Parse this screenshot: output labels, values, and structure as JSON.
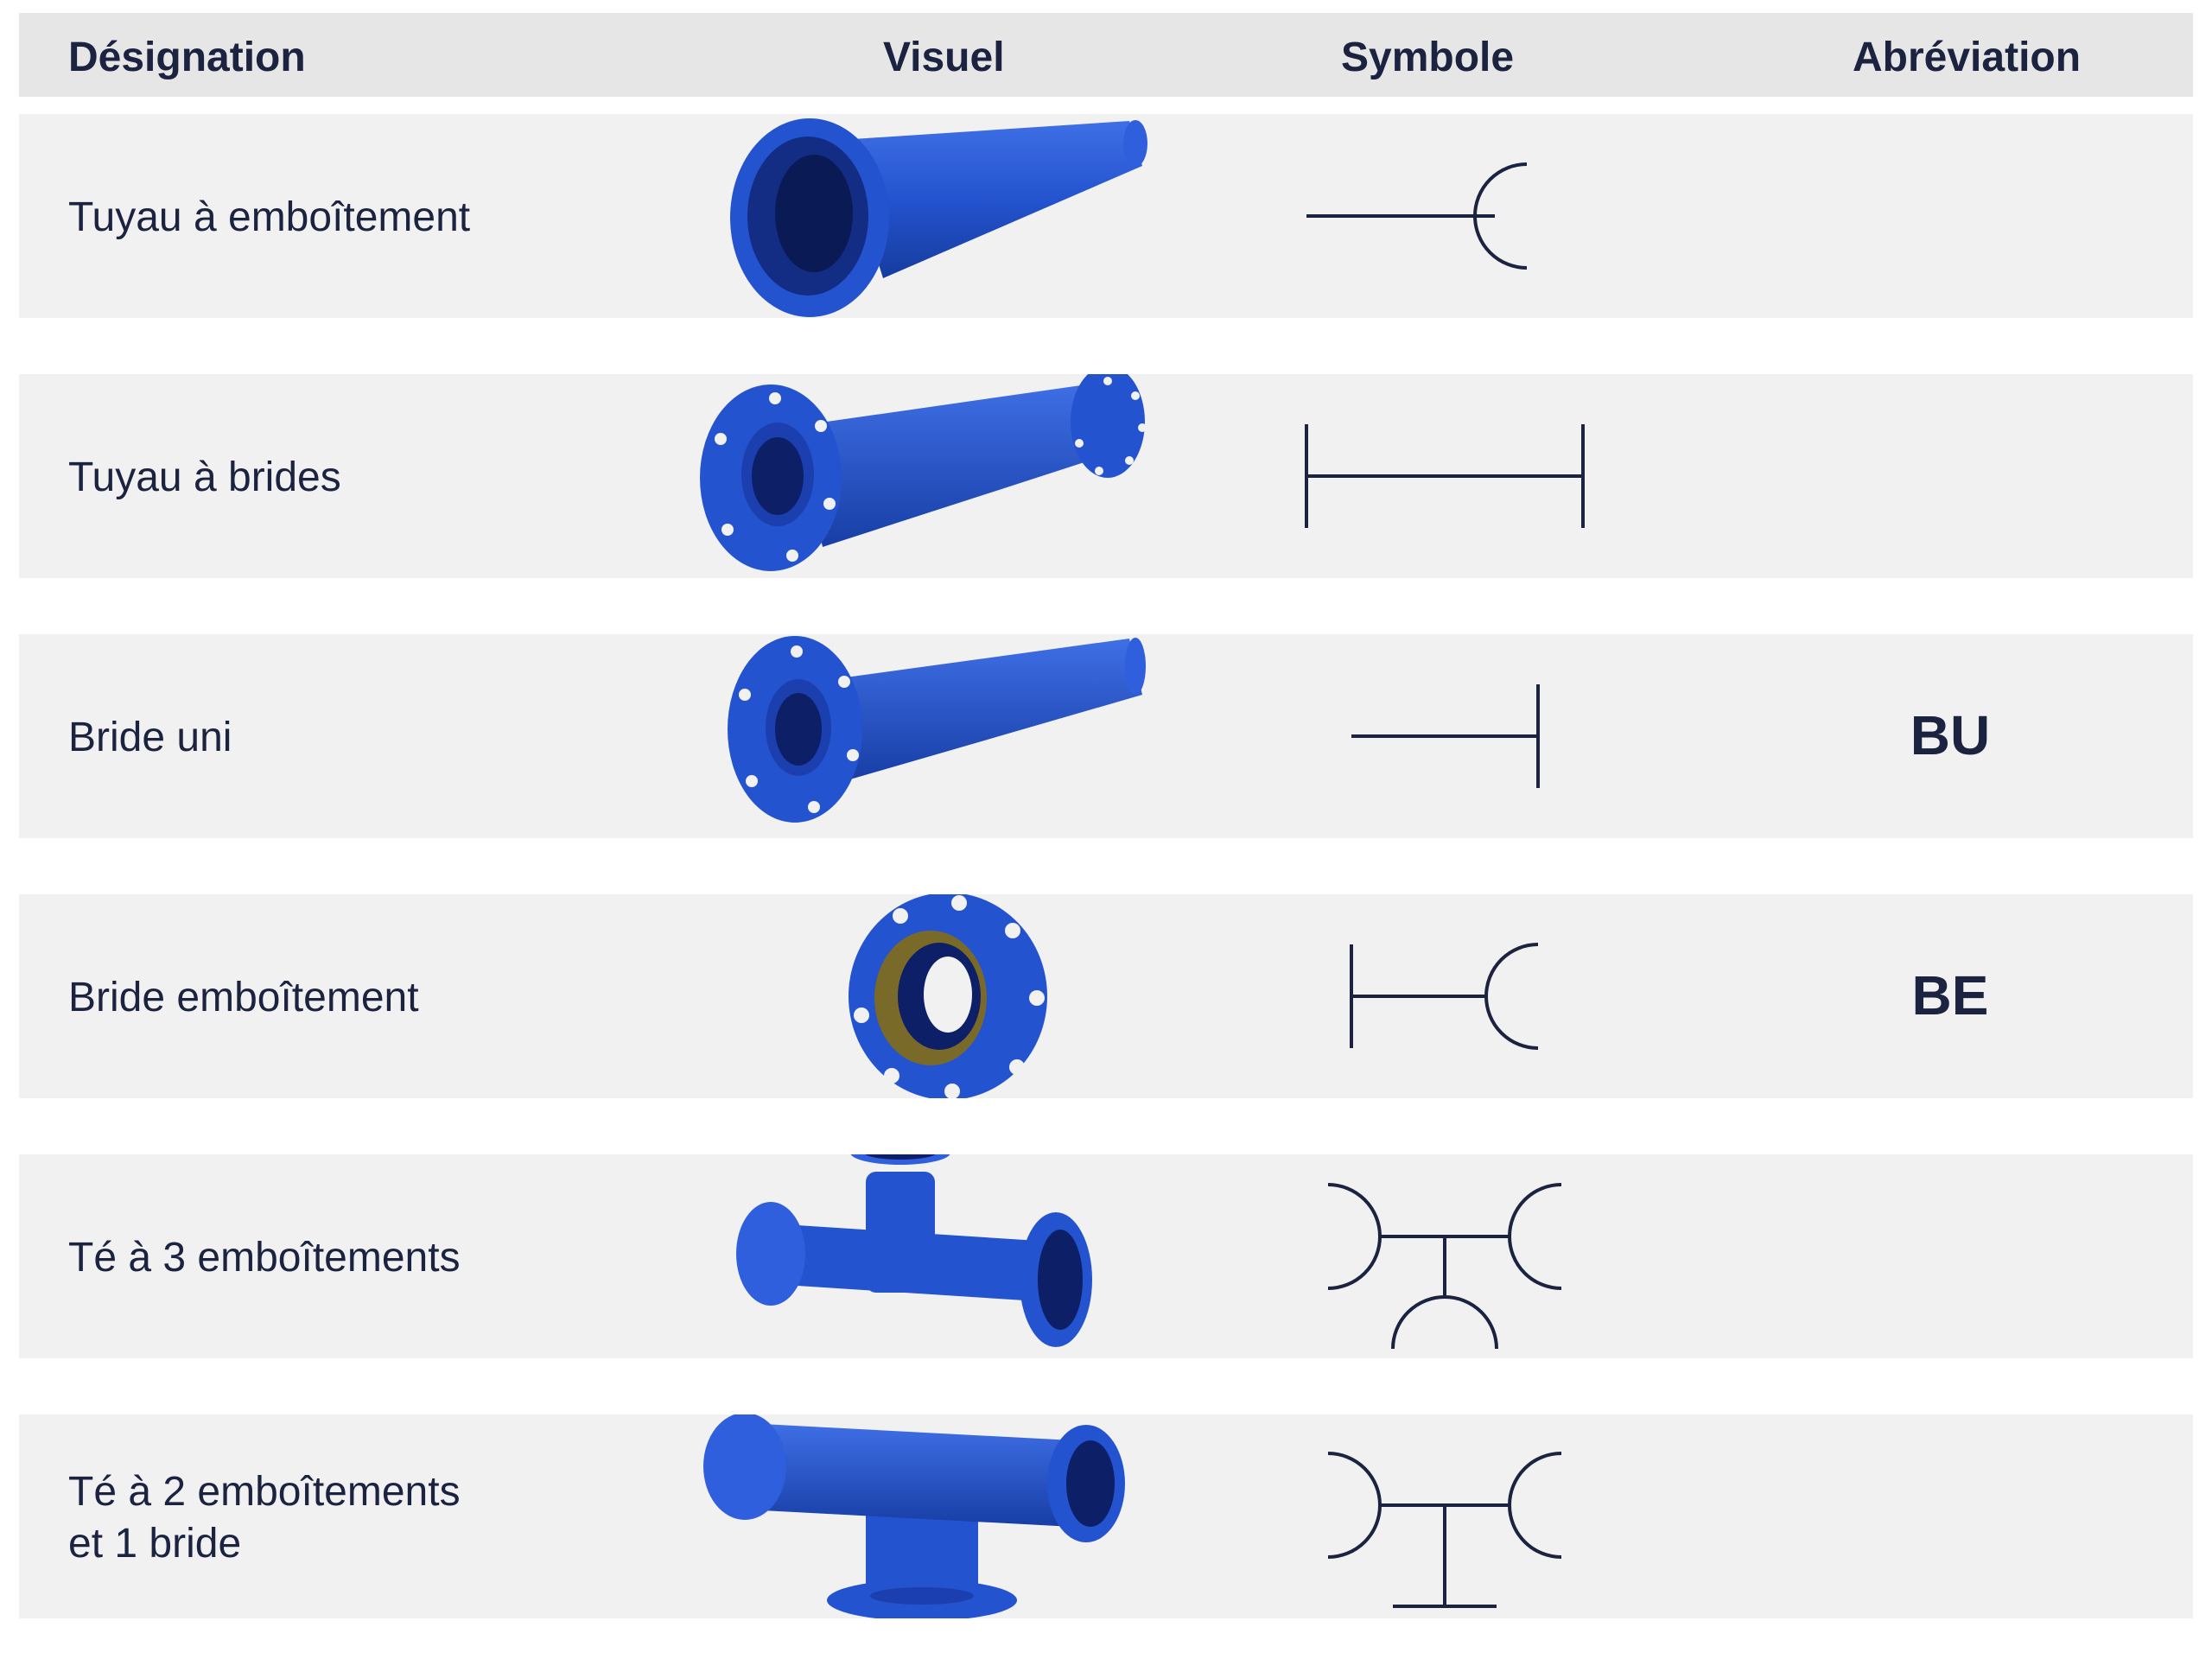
{
  "header": {
    "designation": "Désignation",
    "visuel": "Visuel",
    "symbole": "Symbole",
    "abreviation": "Abréviation"
  },
  "colors": {
    "pipe_blue": "#1f4fc4",
    "pipe_dark": "#0e2a7a",
    "symbol_stroke": "#1b2340",
    "header_bg": "#e6e6e6",
    "row_bg": "#f1f1f1"
  },
  "rows": [
    {
      "designation": "Tuyau à emboîtement",
      "abbreviation": "",
      "visual_icon": "socket-pipe-icon",
      "symbol_icon": "socket-symbol-icon"
    },
    {
      "designation": "Tuyau à brides",
      "abbreviation": "",
      "visual_icon": "flanged-pipe-icon",
      "symbol_icon": "double-flange-symbol-icon"
    },
    {
      "designation": "Bride uni",
      "abbreviation": "BU",
      "visual_icon": "flanged-spigot-pipe-icon",
      "symbol_icon": "single-flange-symbol-icon"
    },
    {
      "designation": "Bride emboîtement",
      "abbreviation": "BE",
      "visual_icon": "flange-socket-icon",
      "symbol_icon": "flange-socket-symbol-icon"
    },
    {
      "designation": "Té à 3 emboîtements",
      "abbreviation": "",
      "visual_icon": "tee-3-sockets-icon",
      "symbol_icon": "tee-3-sockets-symbol-icon"
    },
    {
      "designation": "Té à 2 emboîtements\net 1 bride",
      "abbreviation": "",
      "visual_icon": "tee-2-sockets-1-flange-icon",
      "symbol_icon": "tee-2-sockets-1-flange-symbol-icon"
    }
  ]
}
